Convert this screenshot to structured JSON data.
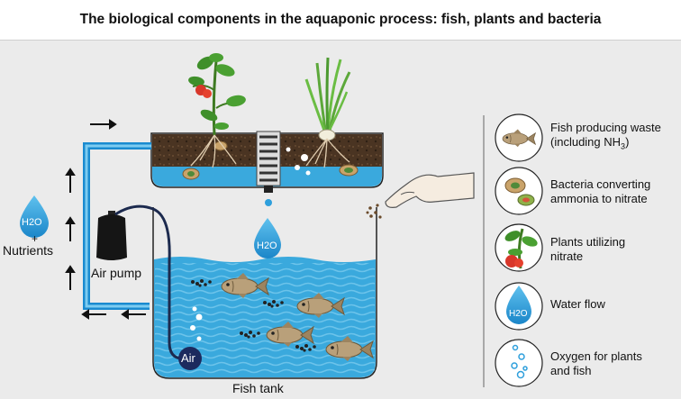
{
  "title": "The biological components in the aquaponic process: fish, plants and bacteria",
  "labels": {
    "h2o_left": "H2O",
    "plus": "+",
    "nutrients": "Nutrients",
    "air_pump": "Air pump",
    "h2o_drop": "H2O",
    "air": "Air",
    "fish_tank": "Fish tank"
  },
  "legend": [
    {
      "icon": "fish-icon",
      "line1": "Fish producing waste",
      "line2_pre": "(including NH",
      "line2_sub": "3",
      "line2_post": ")"
    },
    {
      "icon": "bacteria-icon",
      "line1": "Bacteria converting",
      "line2": "ammonia to nitrate"
    },
    {
      "icon": "plant-icon",
      "line1": "Plants utilizing",
      "line2": "nitrate"
    },
    {
      "icon": "water-drop-icon",
      "icon_text": "H2O",
      "line1": "Water flow"
    },
    {
      "icon": "oxygen-bubbles-icon",
      "line1": "Oxygen for plants",
      "line2": "and fish"
    }
  ],
  "colors": {
    "background": "#ebebeb",
    "water": "#3aa9dd",
    "water_dark": "#1f8fc8",
    "pipe": "#1a8bd0",
    "soil": "#4a3422",
    "air_tube": "#1c2a4e"
  }
}
